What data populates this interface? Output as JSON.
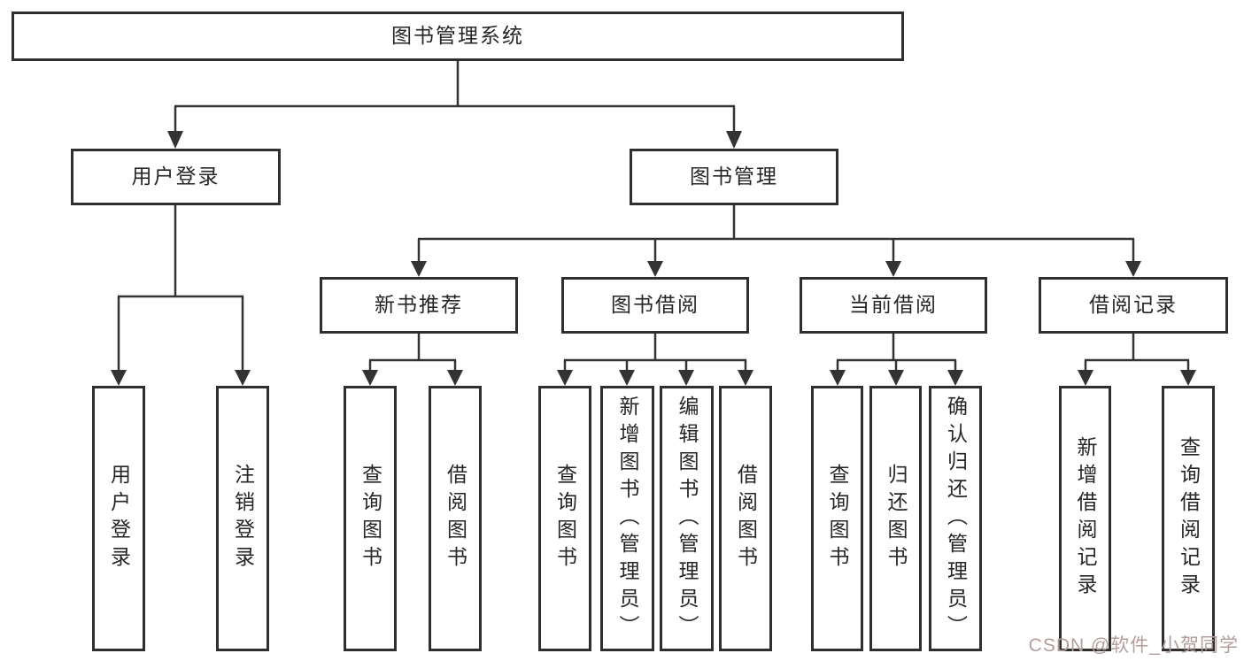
{
  "diagram": {
    "type": "hierarchy-tree",
    "root": {
      "label": "图书管理系统"
    },
    "level2": {
      "user": {
        "label": "用户登录",
        "leaves": [
          "用户登录",
          "注销登录"
        ]
      },
      "mgmt": {
        "label": "图书管理"
      }
    },
    "sections": [
      {
        "label": "新书推荐",
        "leaves": [
          "查询图书",
          "借阅图书"
        ]
      },
      {
        "label": "图书借阅",
        "leaves": [
          "查询图书",
          "新增图书（管理员）",
          "编辑图书（管理员）",
          "借阅图书"
        ]
      },
      {
        "label": "当前借阅",
        "leaves": [
          "查询图书",
          "归还图书",
          "确认归还（管理员）"
        ]
      },
      {
        "label": "借阅记录",
        "leaves": [
          "新增借阅记录",
          "查询借阅记录"
        ]
      }
    ],
    "watermark": "CSDN @软件_小贺同学",
    "colors": {
      "line": "#333333",
      "border": "#2f2f2f",
      "text": "#262626",
      "background": "#ffffff",
      "watermark": "#b59c9c"
    }
  }
}
